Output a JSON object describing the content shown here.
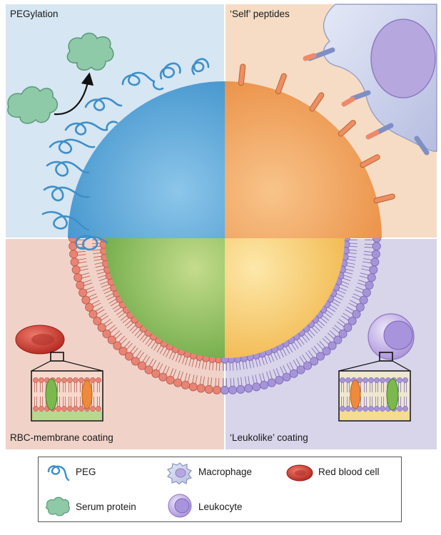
{
  "quadrants": {
    "top_left": {
      "label": "PEGylation",
      "color": "#d6e6f2"
    },
    "top_right": {
      "label": "‘Self’ peptides",
      "color": "#f6dcc4"
    },
    "bottom_left": {
      "label": "RBC-membrane coating",
      "color": "#f0d2c8"
    },
    "bottom_right": {
      "label": "‘Leukolike’ coating",
      "color": "#d8d4ea"
    }
  },
  "legend": {
    "items": [
      {
        "icon": "peg-icon",
        "label": "PEG"
      },
      {
        "icon": "serum-protein-icon",
        "label": "Serum protein"
      },
      {
        "icon": "macrophage-icon",
        "label": "Macrophage"
      },
      {
        "icon": "leukocyte-icon",
        "label": "Leukocyte"
      },
      {
        "icon": "red-blood-cell-icon",
        "label": "Red blood cell"
      }
    ]
  },
  "colors": {
    "particle_blue": "#4a9fd4",
    "particle_orange": "#f0a25a",
    "particle_green": "#8ab85a",
    "particle_yellow": "#f5cc6a",
    "lipid_red": "#e07a6a",
    "lipid_purple": "#9a86cc",
    "peg": "#3d8fc9",
    "serum_protein": "#8fcaa8",
    "macrophage": "#c8d0ec",
    "red_blood_cell": "#cc3a30"
  }
}
